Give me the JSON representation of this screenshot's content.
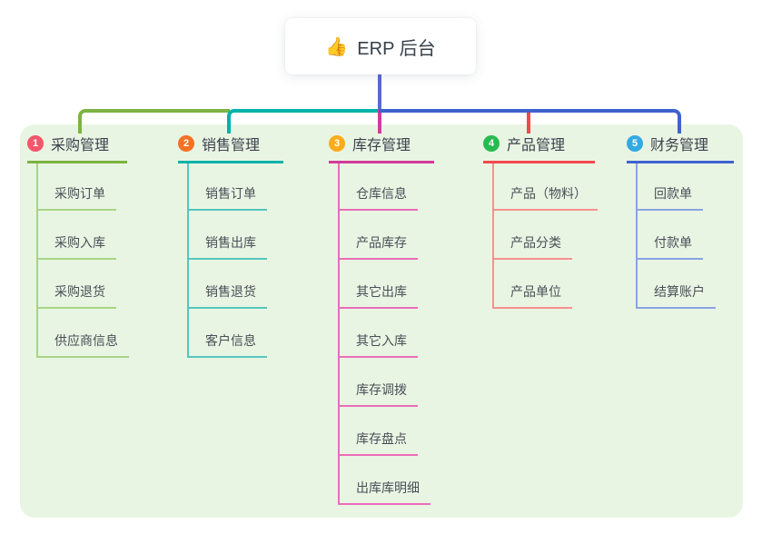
{
  "page": {
    "background": "#ffffff",
    "panel_background": "#e9f5e3"
  },
  "root": {
    "icon_glyph": "👍",
    "label": "ERP 后台",
    "connector_color": "#5969d1"
  },
  "branches": [
    {
      "number": "1",
      "label": "采购管理",
      "badge_color": "#f4566c",
      "line_color": "#7cb342",
      "child_line_color": "#a9d585",
      "children": [
        "采购订单",
        "采购入库",
        "采购退货",
        "供应商信息"
      ]
    },
    {
      "number": "2",
      "label": "销售管理",
      "badge_color": "#f57224",
      "line_color": "#00b2a9",
      "child_line_color": "#56c6bd",
      "children": [
        "销售订单",
        "销售出库",
        "销售退货",
        "客户信息"
      ]
    },
    {
      "number": "3",
      "label": "库存管理",
      "badge_color": "#fbac1b",
      "line_color": "#d23a9b",
      "child_line_color": "#ea6cbb",
      "children": [
        "仓库信息",
        "产品库存",
        "其它出库",
        "其它入库",
        "库存调拨",
        "库存盘点",
        "出库库明细"
      ]
    },
    {
      "number": "4",
      "label": "产品管理",
      "badge_color": "#27bb50",
      "line_color": "#f2484e",
      "child_line_color": "#f7908f",
      "children": [
        "产品（物料）",
        "产品分类",
        "产品单位"
      ]
    },
    {
      "number": "5",
      "label": "财务管理",
      "badge_color": "#34a9e2",
      "line_color": "#3f62cf",
      "child_line_color": "#8aa3e2",
      "children": [
        "回款单",
        "付款单",
        "结算账户"
      ]
    }
  ]
}
